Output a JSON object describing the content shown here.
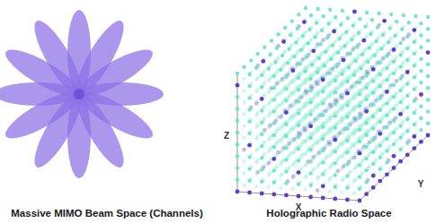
{
  "diagram": {
    "labels": [
      "Massive MIMO Beam Space (Channels)",
      "Z",
      "X",
      "Y",
      "Holographic Radio Space"
    ]
  }
}
